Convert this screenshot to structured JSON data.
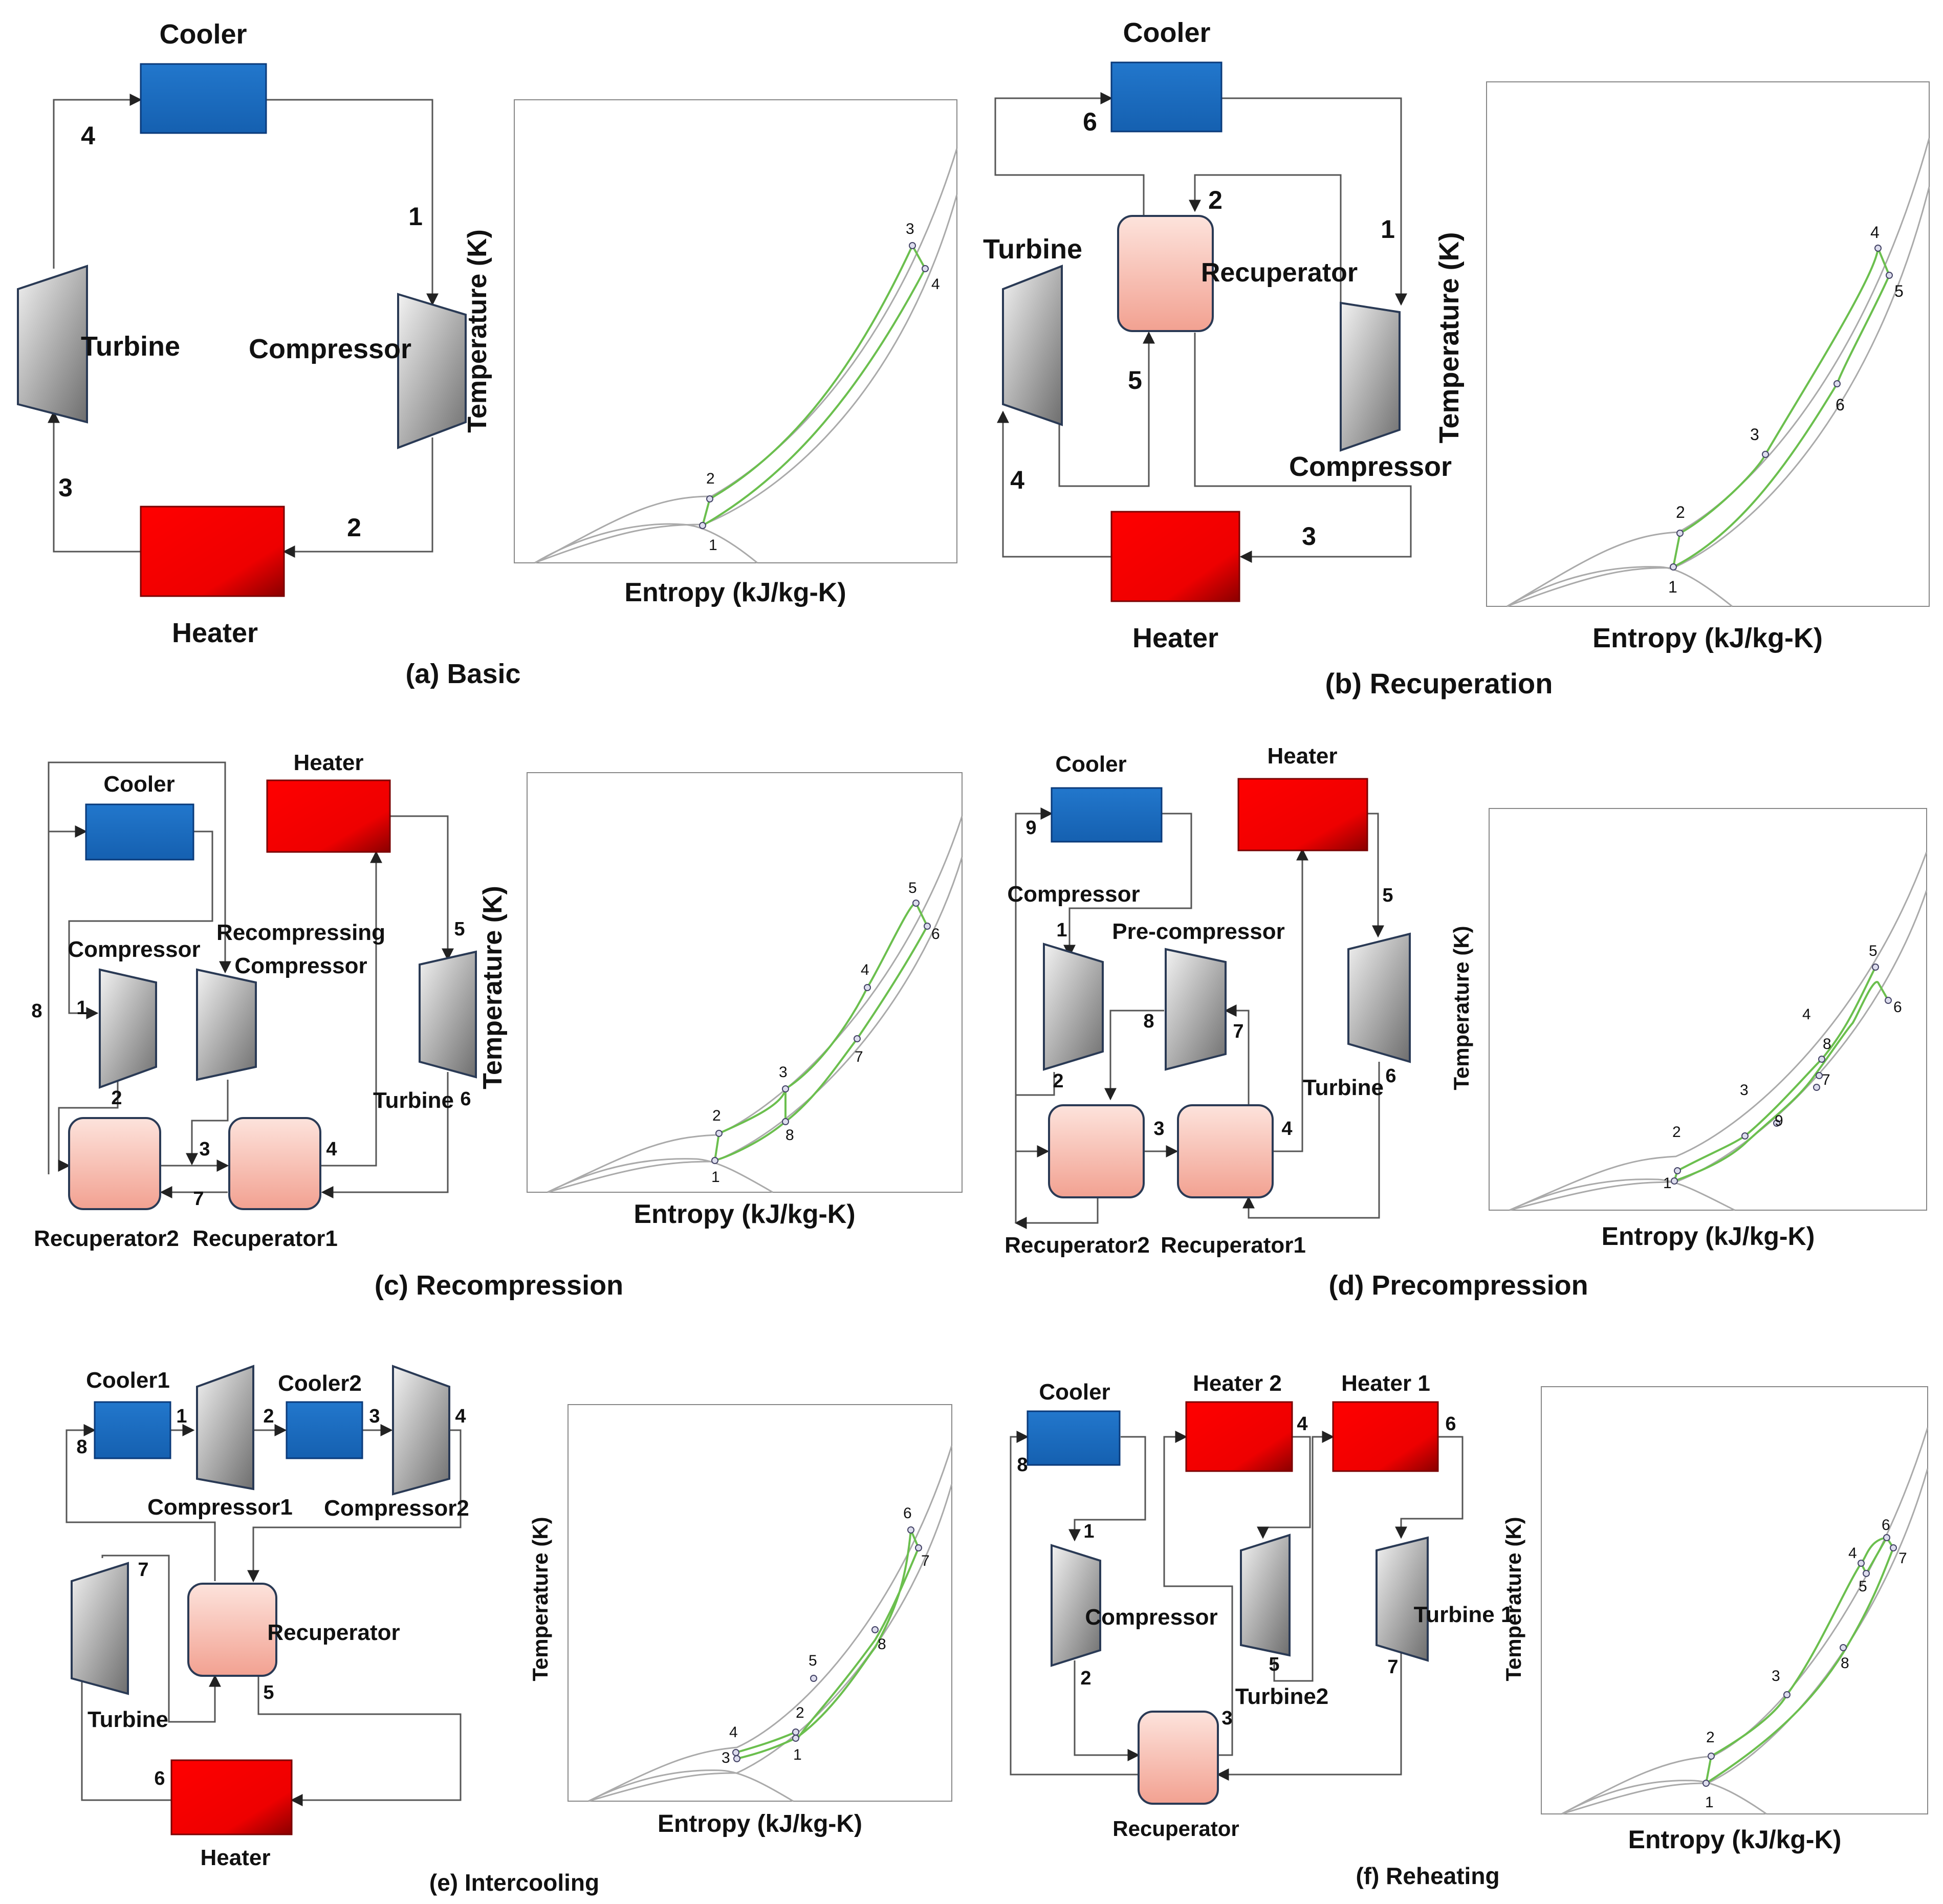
{
  "panels": {
    "a": {
      "caption": "(a) Basic",
      "components": {
        "cooler": "Cooler",
        "heater": "Heater",
        "turbine": "Turbine",
        "compressor": "Compressor"
      },
      "states": [
        "1",
        "2",
        "3",
        "4"
      ],
      "ts": {
        "xlabel": "Entropy (kJ/kg-K)",
        "ylabel": "Temperature (K)",
        "points": [
          "1",
          "2",
          "3",
          "4"
        ]
      }
    },
    "b": {
      "caption": "(b) Recuperation",
      "components": {
        "cooler": "Cooler",
        "heater": "Heater",
        "turbine": "Turbine",
        "compressor": "Compressor",
        "recuperator": "Recuperator"
      },
      "states": [
        "1",
        "2",
        "3",
        "4",
        "5",
        "6"
      ],
      "ts": {
        "xlabel": "Entropy (kJ/kg-K)",
        "ylabel": "Temperature (K)",
        "points": [
          "1",
          "2",
          "3",
          "4",
          "5",
          "6"
        ]
      }
    },
    "c": {
      "caption": "(c) Recompression",
      "components": {
        "cooler": "Cooler",
        "heater": "Heater",
        "turbine": "Turbine",
        "compressor": "Compressor",
        "recompressing_1": "Recompressing",
        "recompressing_2": "Compressor",
        "recuperator2": "Recuperator2",
        "recuperator1": "Recuperator1"
      },
      "states": [
        "1",
        "2",
        "3",
        "4",
        "5",
        "6",
        "7",
        "8"
      ],
      "ts": {
        "xlabel": "Entropy (kJ/kg-K)",
        "ylabel": "Temperature (K)",
        "points": [
          "1",
          "2",
          "3",
          "4",
          "5",
          "6",
          "7",
          "8"
        ]
      }
    },
    "d": {
      "caption": "(d) Precompression",
      "components": {
        "cooler": "Cooler",
        "heater": "Heater",
        "turbine": "Turbine",
        "compressor": "Compressor",
        "precompressor": "Pre-compressor",
        "recuperator2": "Recuperator2",
        "recuperator1": "Recuperator1"
      },
      "states": [
        "1",
        "2",
        "3",
        "4",
        "5",
        "6",
        "7",
        "8",
        "9"
      ],
      "ts": {
        "xlabel": "Entropy (kJ/kg-K)",
        "ylabel": "Temperature (K)",
        "points": [
          "1",
          "2",
          "3",
          "4",
          "5",
          "6",
          "7",
          "8",
          "9"
        ]
      }
    },
    "e": {
      "caption": "(e) Intercooling",
      "components": {
        "cooler1": "Cooler1",
        "cooler2": "Cooler2",
        "compressor1": "Compressor1",
        "compressor2": "Compressor2",
        "recuperator": "Recuperator",
        "turbine": "Turbine",
        "heater": "Heater"
      },
      "states": [
        "1",
        "2",
        "3",
        "4",
        "5",
        "6",
        "7",
        "8"
      ],
      "ts": {
        "xlabel": "Entropy (kJ/kg-K)",
        "ylabel": "Temperature (K)",
        "points": [
          "1",
          "2",
          "3",
          "4",
          "5",
          "6",
          "7",
          "8"
        ]
      }
    },
    "f": {
      "caption": "(f) Reheating",
      "components": {
        "cooler": "Cooler",
        "heater2": "Heater 2",
        "heater1": "Heater 1",
        "compressor": "Compressor",
        "turbine2": "Turbine2",
        "turbine1": "Turbine 1",
        "recuperator": "Recuperator"
      },
      "states": [
        "1",
        "2",
        "3",
        "4",
        "5",
        "6",
        "7",
        "8"
      ],
      "ts": {
        "xlabel": "Entropy (kJ/kg-K)",
        "ylabel": "Temperature (K)",
        "points": [
          "1",
          "2",
          "3",
          "4",
          "5",
          "6",
          "7",
          "8"
        ]
      }
    }
  },
  "colors": {
    "cooler": "#1f6fc5",
    "heater": "#ff0000",
    "cycle_line": "#6bbf4e",
    "envelope": "#aaaaaa",
    "machine": "#9a9a9a"
  }
}
